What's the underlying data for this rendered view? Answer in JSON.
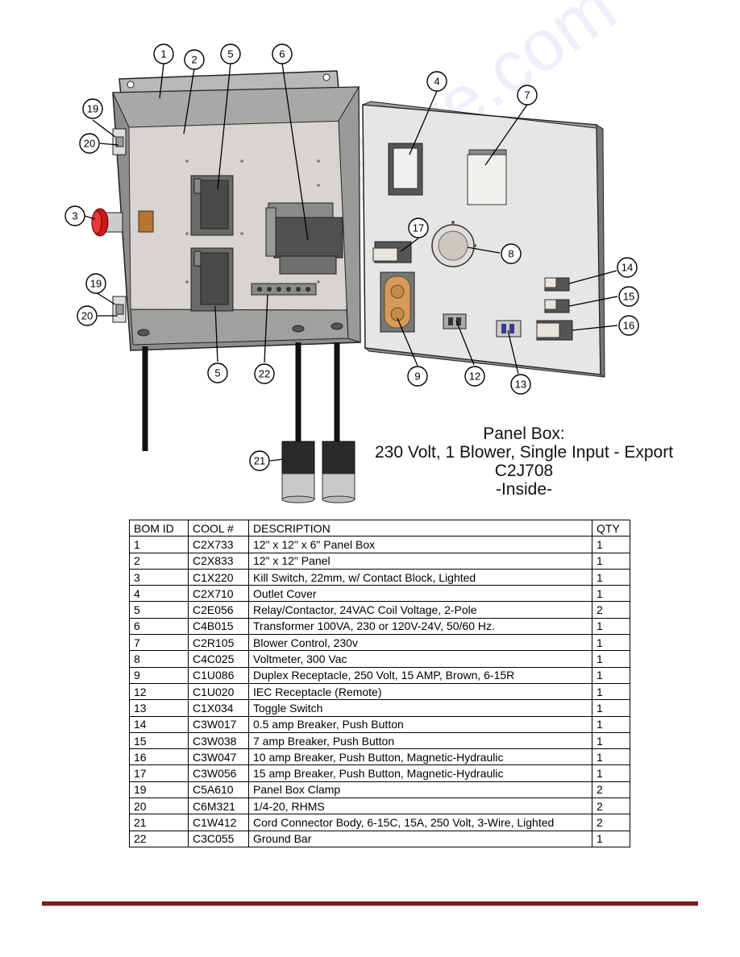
{
  "title": {
    "line1": "Panel Box:",
    "line2": "230 Volt, 1 Blower, Single Input - Export",
    "line3": "C2J708",
    "line4": "-Inside-"
  },
  "callouts": {
    "c1": "1",
    "c2": "2",
    "c3": "3",
    "c4": "4",
    "c5a": "5",
    "c5b": "5",
    "c6": "6",
    "c7": "7",
    "c8": "8",
    "c9": "9",
    "c12": "12",
    "c13": "13",
    "c14": "14",
    "c15": "15",
    "c16": "16",
    "c17": "17",
    "c19a": "19",
    "c19b": "19",
    "c20a": "20",
    "c20b": "20",
    "c21": "21",
    "c22": "22"
  },
  "watermark": "manualshive.com",
  "bom": {
    "headers": [
      "BOM ID",
      "COOL #",
      "DESCRIPTION",
      "QTY"
    ],
    "rows": [
      [
        "1",
        "C2X733",
        "12\" x 12\" x 6\" Panel Box",
        "1"
      ],
      [
        "2",
        "C2X833",
        "12\" x 12\" Panel",
        "1"
      ],
      [
        "3",
        "C1X220",
        "Kill Switch, 22mm, w/ Contact Block, Lighted",
        "1"
      ],
      [
        "4",
        "C2X710",
        "Outlet Cover",
        "1"
      ],
      [
        "5",
        "C2E056",
        "Relay/Contactor, 24VAC Coil Voltage, 2-Pole",
        "2"
      ],
      [
        "6",
        "C4B015",
        "Transformer 100VA, 230 or 120V-24V, 50/60 Hz.",
        "1"
      ],
      [
        "7",
        "C2R105",
        "Blower Control, 230v",
        "1"
      ],
      [
        "8",
        "C4C025",
        "Voltmeter, 300 Vac",
        "1"
      ],
      [
        "9",
        "C1U086",
        "Duplex Receptacle, 250 Volt, 15 AMP, Brown, 6-15R",
        "1"
      ],
      [
        "12",
        "C1U020",
        "IEC Receptacle (Remote)",
        "1"
      ],
      [
        "13",
        "C1X034",
        "Toggle Switch",
        "1"
      ],
      [
        "14",
        "C3W017",
        "0.5 amp Breaker, Push Button",
        "1"
      ],
      [
        "15",
        "C3W038",
        "7 amp Breaker, Push Button",
        "1"
      ],
      [
        "16",
        "C3W047",
        "10 amp Breaker, Push Button, Magnetic-Hydraulic",
        "1"
      ],
      [
        "17",
        "C3W056",
        "15 amp Breaker, Push Button, Magnetic-Hydraulic",
        "1"
      ],
      [
        "19",
        "C5A610",
        "Panel Box Clamp",
        "2"
      ],
      [
        "20",
        "C6M321",
        "1/4-20, RHMS",
        "2"
      ],
      [
        "21",
        "C1W412",
        "Cord Connector Body, 6-15C, 15A, 250 Volt, 3-Wire, Lighted",
        "2"
      ],
      [
        "22",
        "C3C055",
        "Ground Bar",
        "1"
      ]
    ]
  }
}
